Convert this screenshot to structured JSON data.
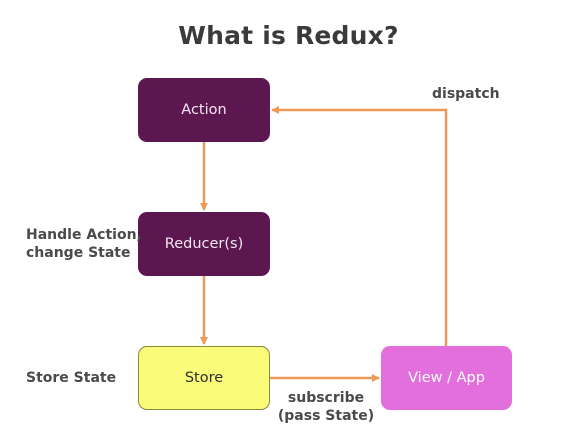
{
  "title": "What is Redux?",
  "nodes": {
    "action": "Action",
    "reducer": "Reducer(s)",
    "store": "Store",
    "view": "View / App"
  },
  "labels": {
    "handle_action": [
      "Handle Action,",
      "change State"
    ],
    "store_state": "Store State",
    "subscribe": [
      "subscribe",
      "(pass State)"
    ],
    "dispatch": "dispatch"
  },
  "colors": {
    "arrow": "#ec9a5a",
    "action_box": "#5c1650",
    "reducer_box": "#5c1650",
    "store_box": "#fbfb7a",
    "view_box": "#e36fdc"
  }
}
